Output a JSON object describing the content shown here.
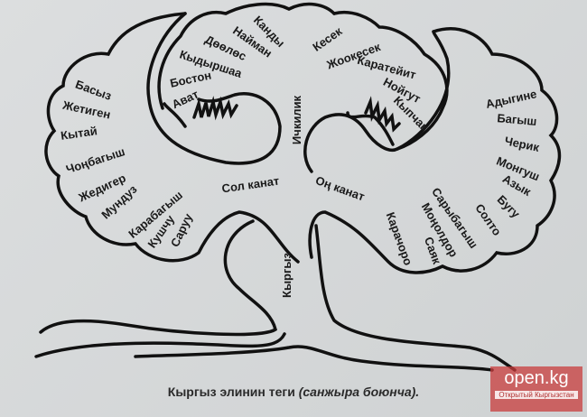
{
  "diagram": {
    "trunk_label": "Кыргыз",
    "center_label": "Ичкилик",
    "left_wing_label": "Сол канат",
    "right_wing_label": "Оң канат",
    "left_upper": [
      "Канды",
      "Найман",
      "Дөөлөс",
      "Кыдыршаа",
      "Бостон",
      "Ават"
    ],
    "left_lower": [
      "Басыз",
      "Жетиген",
      "Кытай",
      "Чоңбагыш",
      "Жедигер",
      "Мундуз",
      "Карабагыш",
      "Кушчу",
      "Саруу"
    ],
    "right_upper": [
      "Кесек",
      "Жоокесек",
      "Каратейит",
      "Нойгут",
      "Кыпчак"
    ],
    "right_outer": [
      "Адыгине",
      "Багыш",
      "Черик",
      "Монгуш",
      "Азык",
      "Бугу"
    ],
    "right_lower": [
      "Солто",
      "Сарыбагыш",
      "Моңолдор",
      "Саяк",
      "Карачоро"
    ]
  },
  "caption": {
    "main": "Кыргыз элинин теги",
    "italic": "(санжыра боюнча)."
  },
  "watermark": {
    "title": "open.kg",
    "subtitle": "Открытый Кыргызстан"
  }
}
